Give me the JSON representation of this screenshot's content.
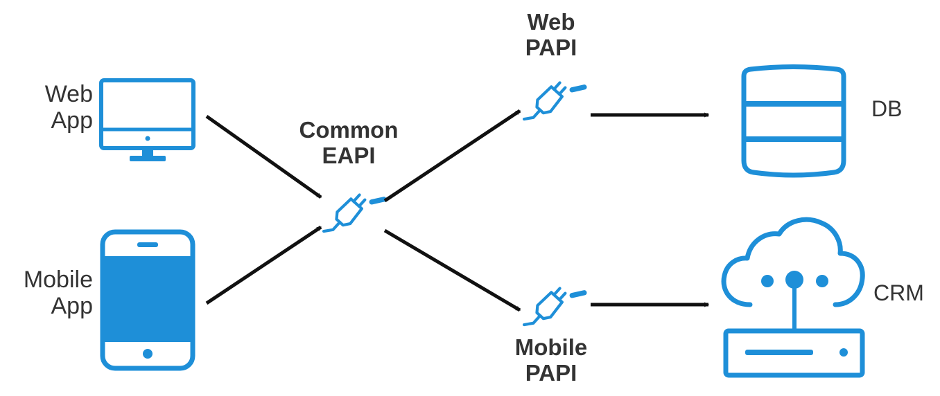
{
  "labels": {
    "web_app": [
      "Web",
      "App"
    ],
    "mobile_app": [
      "Mobile",
      "App"
    ],
    "common_eapi": [
      "Common",
      "EAPI"
    ],
    "web_papi": [
      "Web",
      "PAPI"
    ],
    "mobile_papi": [
      "Mobile",
      "PAPI"
    ],
    "db": "DB",
    "crm": "CRM"
  },
  "icons": {
    "web_app": "desktop-monitor-icon",
    "mobile_app": "smartphone-icon",
    "common_eapi": "api-plug-icon",
    "web_papi": "api-plug-icon",
    "mobile_papi": "api-plug-icon",
    "db": "database-icon",
    "crm": "cloud-server-icon"
  },
  "colors": {
    "icon_blue": "#1e8fd8",
    "arrow": "#111111",
    "text": "#333333"
  }
}
